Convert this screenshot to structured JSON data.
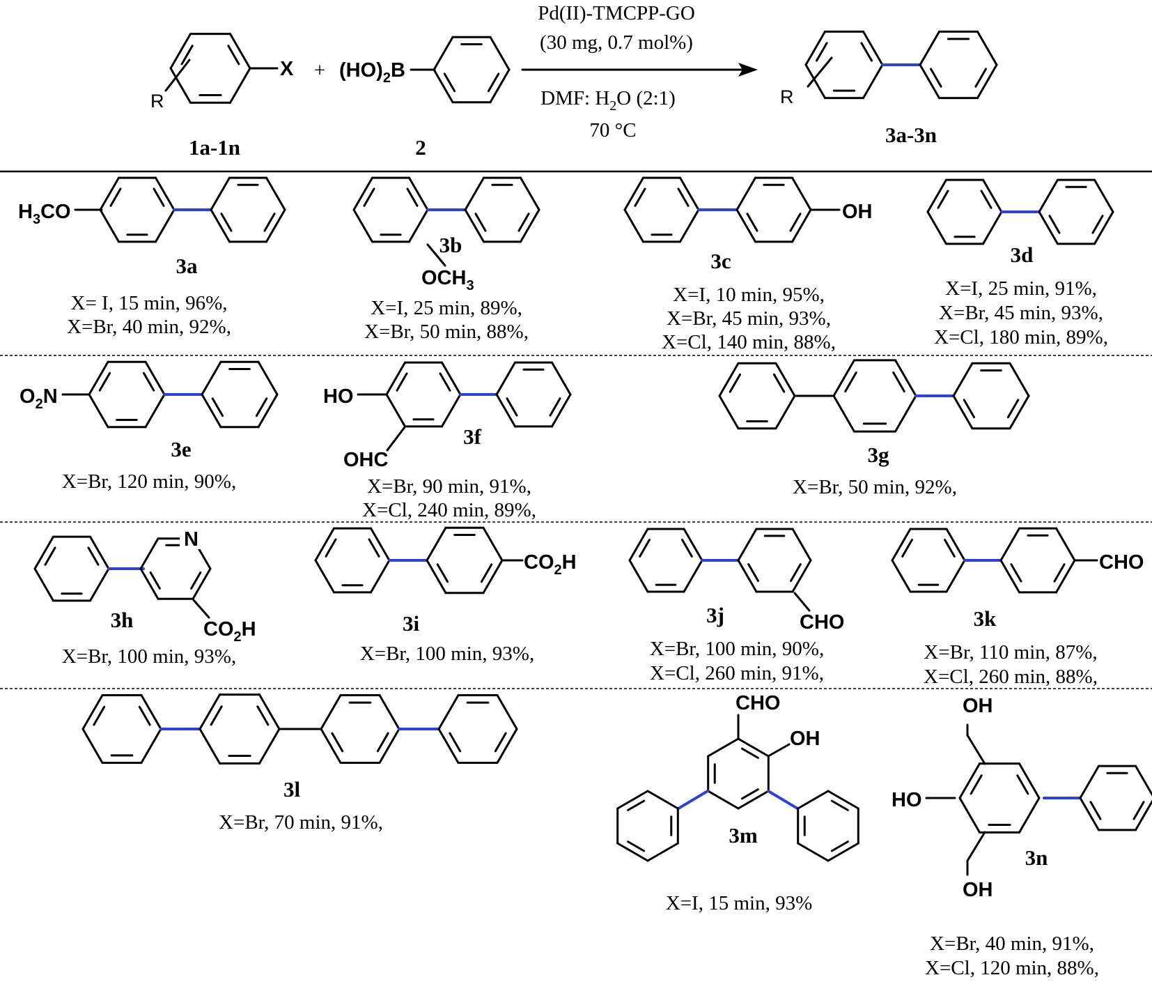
{
  "scheme": {
    "reactant_x": "X",
    "reactant_r": "R",
    "plus": "+",
    "boronic": "(HO)2B",
    "reactant_label": "1a-1n",
    "boronic_label": "2",
    "product_r": "R",
    "product_label": "3a-3n",
    "catalyst": "Pd(II)-TMCPP-GO",
    "loading": "(30 mg, 0.7 mol%)",
    "solvent": "DMF: H2O (2:1)",
    "temperature": "70 °C"
  },
  "products": {
    "3a": {
      "label": "3a",
      "group": "H3CO",
      "lines": [
        "X= I, 15 min, 96%,",
        "X=Br, 40 min, 92%,"
      ]
    },
    "3b": {
      "label": "3b",
      "group": "OCH3",
      "lines": [
        "X=I, 25 min, 89%,",
        "X=Br, 50 min, 88%,"
      ]
    },
    "3c": {
      "label": "3c",
      "group": "OH",
      "lines": [
        "X=I, 10 min, 95%,",
        "X=Br, 45 min, 93%,",
        "X=Cl, 140 min, 88%,"
      ]
    },
    "3d": {
      "label": "3d",
      "lines": [
        "X=I, 25 min, 91%,",
        "X=Br, 45 min, 93%,",
        "X=Cl, 180 min, 89%,"
      ]
    },
    "3e": {
      "label": "3e",
      "group": "O2N",
      "lines": [
        "X=Br, 120 min, 90%,"
      ]
    },
    "3f": {
      "label": "3f",
      "group_oh": "HO",
      "group_cho": "OHC",
      "lines": [
        "X=Br, 90 min, 91%,",
        "X=Cl, 240 min, 89%,"
      ]
    },
    "3g": {
      "label": "3g",
      "lines": [
        "X=Br, 50 min, 92%,"
      ]
    },
    "3h": {
      "label": "3h",
      "group_n": "N",
      "group": "CO2H",
      "lines": [
        "X=Br, 100 min, 93%,"
      ]
    },
    "3i": {
      "label": "3i",
      "group": "CO2H",
      "lines": [
        "X=Br, 100 min, 93%,"
      ]
    },
    "3j": {
      "label": "3j",
      "group": "CHO",
      "lines": [
        "X=Br, 100 min, 90%,",
        "X=Cl, 260 min, 91%,"
      ]
    },
    "3k": {
      "label": "3k",
      "group": "CHO",
      "lines": [
        "X=Br, 110 min, 87%,",
        "X=Cl, 260 min, 88%,"
      ]
    },
    "3l": {
      "label": "3l",
      "lines": [
        "X=Br, 70 min, 91%,"
      ]
    },
    "3m": {
      "label": "3m",
      "group_cho": "CHO",
      "group_oh": "OH",
      "lines": [
        "X=I, 15 min, 93%"
      ]
    },
    "3n": {
      "label": "3n",
      "group_oh_top": "OH",
      "group_oh_left": "HO",
      "group_oh_bottom": "OH",
      "lines": [
        "X=Br, 40 min, 91%,",
        "X=Cl, 120 min, 88%,"
      ]
    }
  },
  "colors": {
    "new_bond": "#2d43d8",
    "ink": "#000000"
  }
}
